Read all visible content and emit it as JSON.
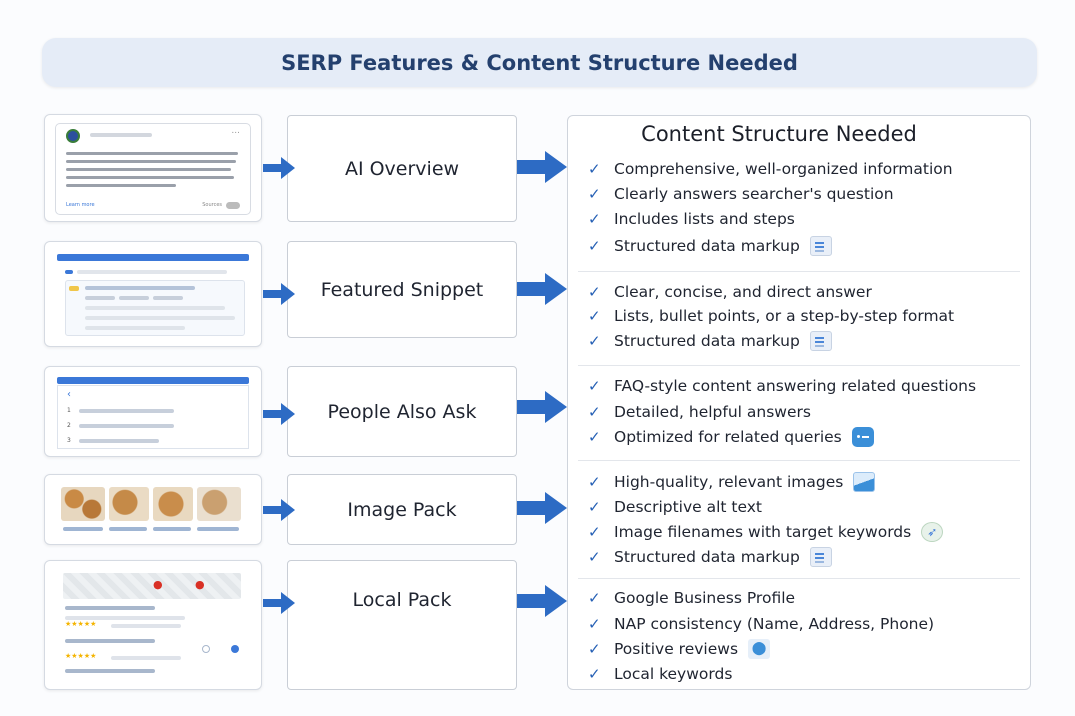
{
  "title": "SERP Features & Content Structure Needed",
  "thumb_ai": {
    "learn_more": "Learn more",
    "sources": "Sources",
    "menu": "..."
  },
  "thumb_paa": {
    "numbers": [
      "1",
      "2",
      "3"
    ]
  },
  "features": [
    {
      "label": "AI Overview"
    },
    {
      "label": "Featured Snippet"
    },
    {
      "label": "People Also Ask"
    },
    {
      "label": "Image Pack"
    },
    {
      "label": "Local Pack"
    }
  ],
  "panel": {
    "title": "Content Structure Needed",
    "groups": [
      {
        "items": [
          {
            "text": "Comprehensive, well-organized information"
          },
          {
            "text": "Clearly answers searcher's question"
          },
          {
            "text": "Includes lists and steps"
          },
          {
            "text": "Structured data markup",
            "icon": "document-list-icon"
          }
        ]
      },
      {
        "items": [
          {
            "text": "Clear, concise, and direct answer"
          },
          {
            "text": "Lists, bullet points, or a step-by-step format"
          },
          {
            "text": "Structured data markup",
            "icon": "document-list-icon"
          }
        ]
      },
      {
        "items": [
          {
            "text": "FAQ-style content answering related questions"
          },
          {
            "text": "Detailed, helpful answers"
          },
          {
            "text": "Optimized for related queries",
            "icon": "chat-bubble-icon"
          }
        ]
      },
      {
        "items": [
          {
            "text": "High-quality, relevant images",
            "icon": "image-icon"
          },
          {
            "text": "Descriptive alt text"
          },
          {
            "text": "Image filenames with target keywords",
            "icon": "rocket-icon"
          },
          {
            "text": "Structured data markup",
            "icon": "document-list-icon"
          }
        ]
      },
      {
        "items": [
          {
            "text": "Google Business Profile"
          },
          {
            "text": "NAP consistency (Name, Address, Phone)"
          },
          {
            "text": "Positive reviews",
            "icon": "map-pin-icon"
          },
          {
            "text": "Local keywords"
          }
        ]
      }
    ]
  },
  "colors": {
    "accent": "#2d6bc4",
    "banner": "#e5ecf7",
    "title": "#24406e",
    "check": "#2761b5"
  }
}
